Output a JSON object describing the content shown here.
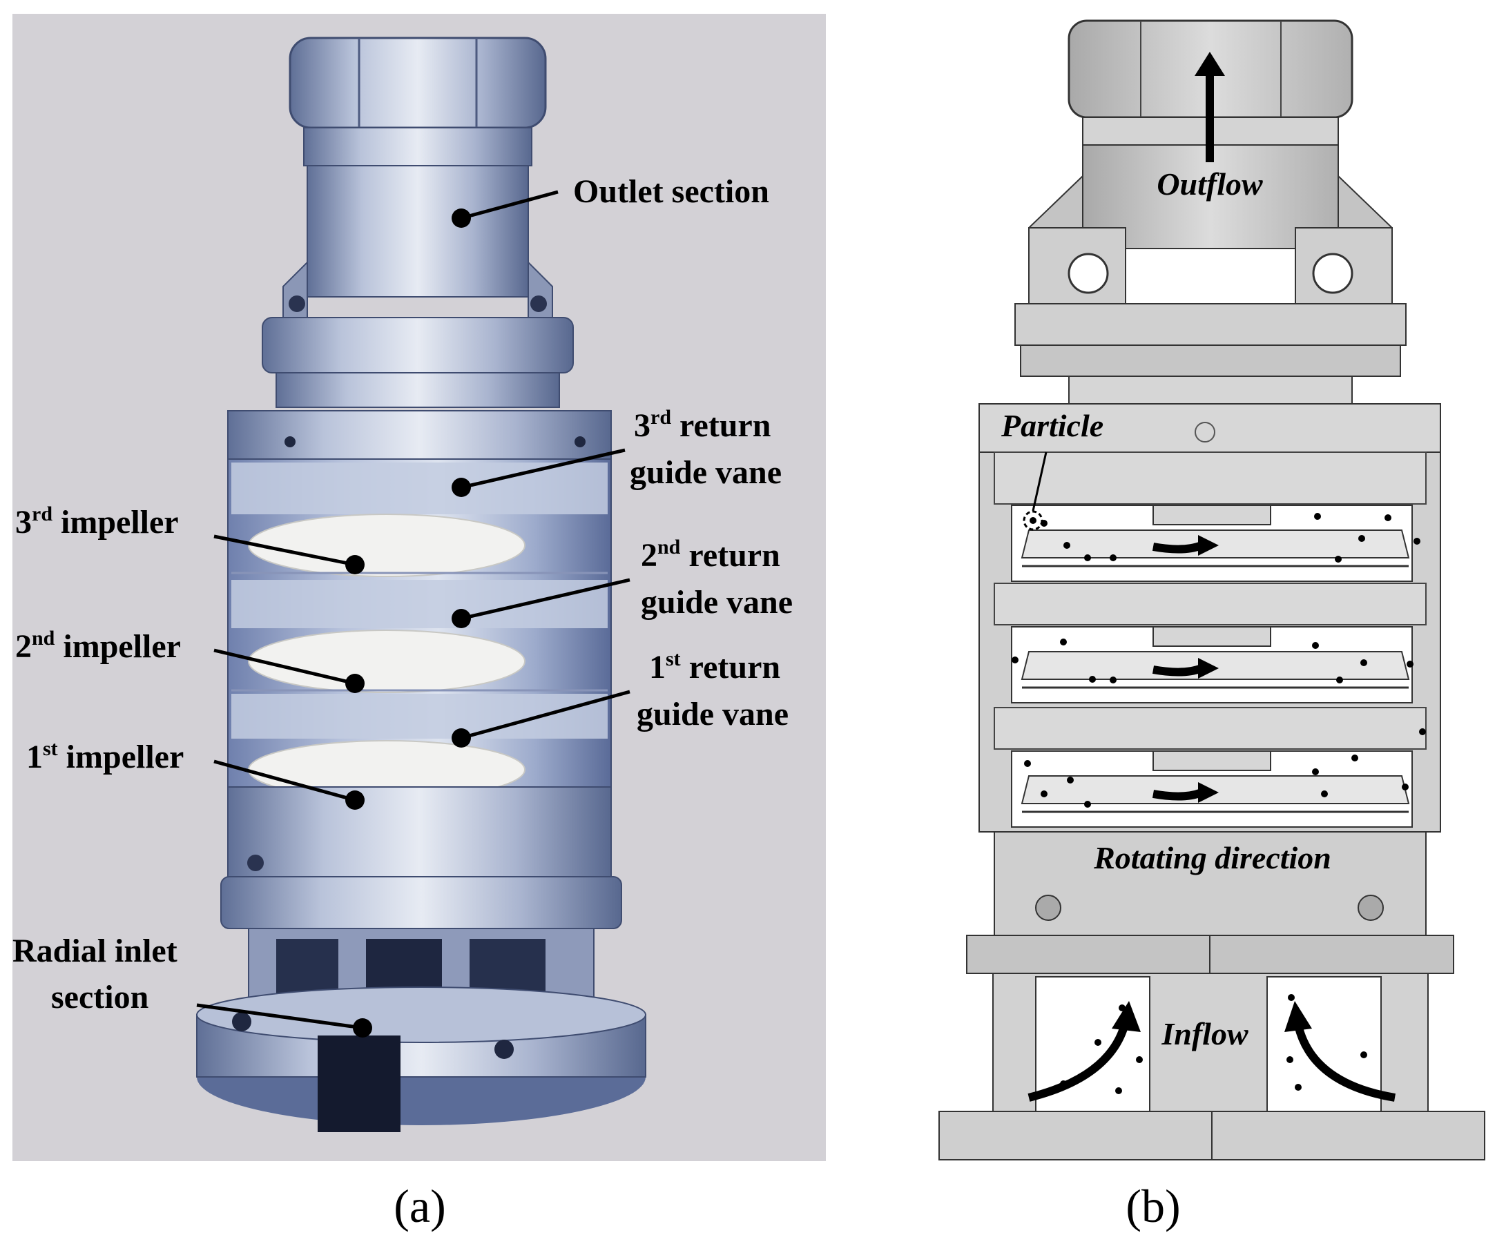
{
  "panel_a": {
    "caption": "(a)",
    "labels": {
      "outlet_section": "Outlet section",
      "return3_line1": "3",
      "return3_sup": "rd",
      "return3_line1_rest": " return",
      "return3_line2": "guide vane",
      "return2_line1": "2",
      "return2_sup": "nd",
      "return2_line1_rest": " return",
      "return2_line2": "guide vane",
      "return1_line1": "1",
      "return1_sup": "st",
      "return1_line1_rest": " return",
      "return1_line2": "guide vane",
      "impeller3": "3",
      "impeller3_sup": "rd",
      "impeller3_rest": " impeller",
      "impeller2": "2",
      "impeller2_sup": "nd",
      "impeller2_rest": " impeller",
      "impeller1": "1",
      "impeller1_sup": "st",
      "impeller1_rest": " impeller",
      "radial_line1": "Radial inlet",
      "radial_line2": "section"
    }
  },
  "panel_b": {
    "caption": "(b)",
    "labels": {
      "outflow": "Outflow",
      "particle": "Particle",
      "rotating": "Rotating direction",
      "inflow": "Inflow"
    }
  },
  "colors": {
    "background_a": "#d3d1d6",
    "metal": "#9aa7c4",
    "cad_gray": "#c9c9c9",
    "impeller_white": "#f2f2f0"
  }
}
